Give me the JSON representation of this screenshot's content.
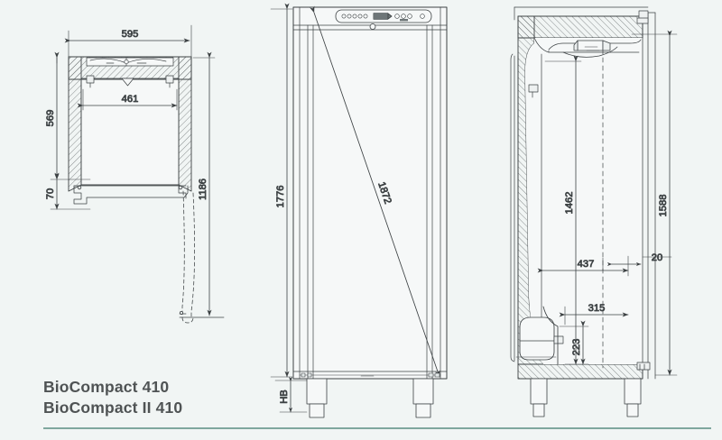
{
  "document": {
    "type": "technical-dimension-drawing",
    "background_color": "#f1f5f4",
    "line_color": "#3d4244",
    "accent_rule_color": "#7fa79e"
  },
  "caption": {
    "line1": "BioCompact 410",
    "line2": "BioCompact II 410"
  },
  "views": [
    {
      "id": "top-view",
      "name": "Top / plan section view",
      "position": "left"
    },
    {
      "id": "front-view",
      "name": "Front elevation view",
      "position": "center"
    },
    {
      "id": "side-view",
      "name": "Side section view",
      "position": "right"
    }
  ],
  "dimensions": {
    "top_view": {
      "width_overall": "595",
      "inner_width": "461",
      "depth_body": "569",
      "base_offset": "70",
      "door_open_depth": "1186"
    },
    "front_view": {
      "height_overall": "1776",
      "diagonal": "1872",
      "foot_height_label": "HB"
    },
    "side_view": {
      "interior_height": "1462",
      "height_to_top": "1588",
      "depth_interior": "437",
      "rear_clearance": "20",
      "lower_depth": "315",
      "compressor_height": "223"
    }
  },
  "labels": [
    {
      "id": "d-595",
      "value": "595"
    },
    {
      "id": "d-461",
      "value": "461"
    },
    {
      "id": "d-569",
      "value": "569"
    },
    {
      "id": "d-70",
      "value": "70"
    },
    {
      "id": "d-1186",
      "value": "1186"
    },
    {
      "id": "d-1776",
      "value": "1776"
    },
    {
      "id": "d-1872",
      "value": "1872"
    },
    {
      "id": "d-hb",
      "value": "HB"
    },
    {
      "id": "d-1462",
      "value": "1462"
    },
    {
      "id": "d-1588",
      "value": "1588"
    },
    {
      "id": "d-437",
      "value": "437"
    },
    {
      "id": "d-20",
      "value": "20"
    },
    {
      "id": "d-315",
      "value": "315"
    },
    {
      "id": "d-223",
      "value": "223"
    }
  ]
}
